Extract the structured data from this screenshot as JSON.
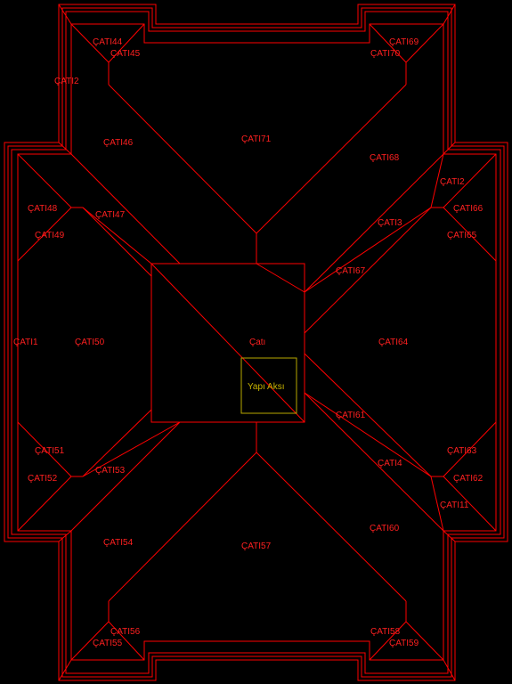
{
  "colors": {
    "background": "#000000",
    "roof_lines": "#ff0000",
    "axis_box": "#b8a800",
    "label": "#ff2020",
    "axis_label": "#c8b400"
  },
  "labels": {
    "cati44": "ÇATI44",
    "cati45": "ÇATI45",
    "cati69": "ÇATI69",
    "cati70": "ÇATI70",
    "cati2_top": "ÇATI2",
    "cati46": "ÇATI46",
    "cati71": "ÇATI71",
    "cati68": "ÇATI68",
    "cati2_right": "ÇATI2",
    "cati48": "ÇATI48",
    "cati47": "ÇATI47",
    "cati66": "ÇATI66",
    "cati3": "ÇATI3",
    "cati49": "ÇATI49",
    "cati65": "ÇATI65",
    "cati67": "ÇATI67",
    "cati1": "ÇATI1",
    "cati50": "ÇATI50",
    "cati_center": "Çatı",
    "cati64": "ÇATI64",
    "yapi_aksi": "Yapı Aksı",
    "cati61": "ÇATI61",
    "cati51": "ÇATI51",
    "cati63": "ÇATI63",
    "cati53": "ÇATI53",
    "cati4": "ÇATI4",
    "cati52": "ÇATI52",
    "cati62": "ÇATI62",
    "cati11": "ÇATI11",
    "cati60": "ÇATI60",
    "cati54": "ÇATI54",
    "cati57": "ÇATI57",
    "cati56": "ÇATI56",
    "cati58": "ÇATI58",
    "cati55": "ÇATI55",
    "cati59": "ÇATI59"
  }
}
